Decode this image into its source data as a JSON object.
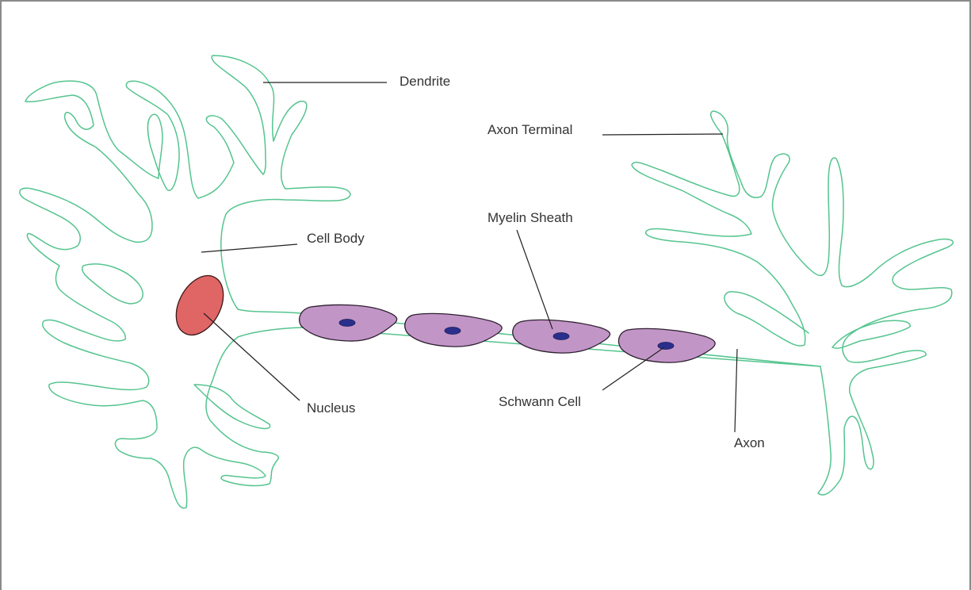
{
  "diagram": {
    "labels": {
      "dendrite": "Dendrite",
      "axon_terminal": "Axon Terminal",
      "myelin_sheath": "Myelin Sheath",
      "cell_body": "Cell Body",
      "nucleus": "Nucleus",
      "schwann_cell": "Schwann Cell",
      "axon": "Axon"
    },
    "colors": {
      "outline": "#55c48f",
      "schwann_cell": "#c295c7",
      "schwann_nucleus": "#2a2f8c",
      "nucleus": "#e06565",
      "leader_line": "#222222"
    }
  }
}
